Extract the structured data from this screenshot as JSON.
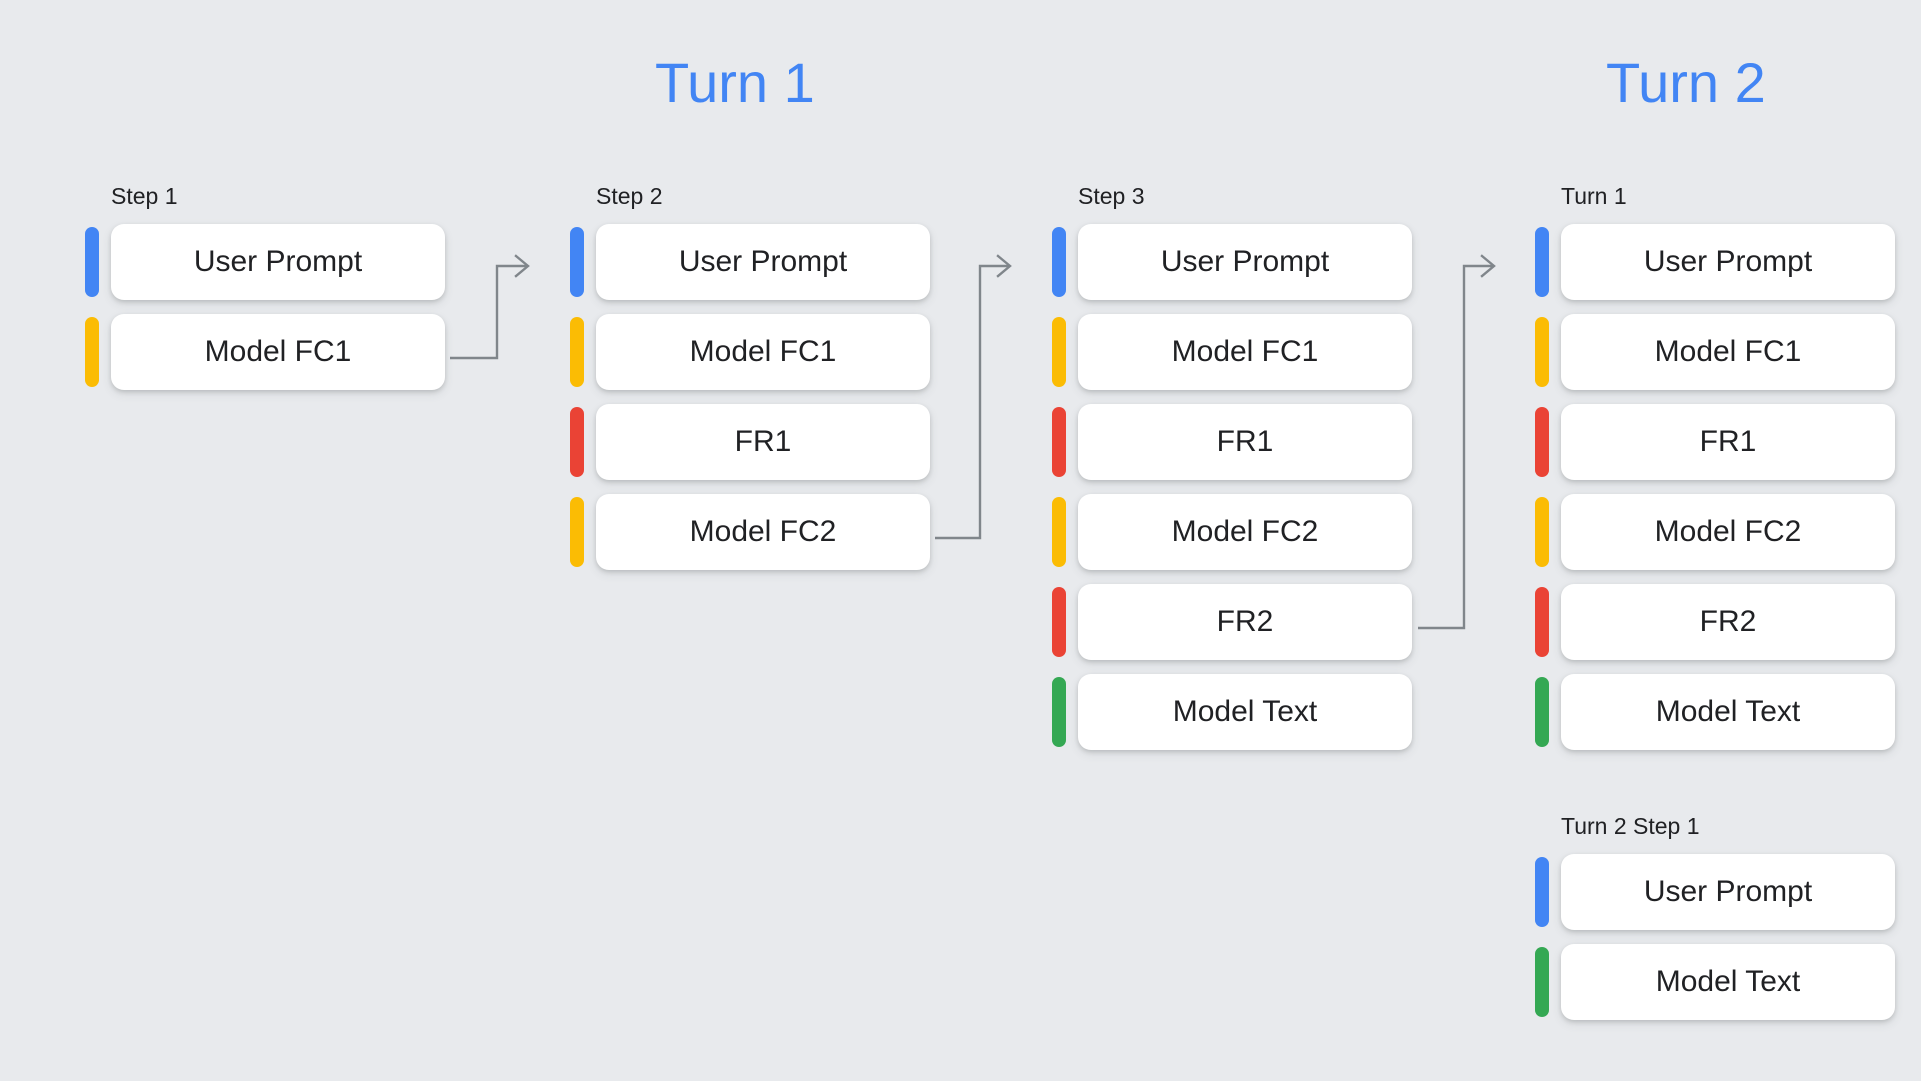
{
  "background_color": "#e8eaed",
  "palette": {
    "user": "#4285f4",
    "function_call": "#fbbc04",
    "function_response": "#ea4335",
    "model_text": "#34a853",
    "title": "#4285f4",
    "connector": "#80868b"
  },
  "titles": [
    {
      "text": "Turn 1"
    },
    {
      "text": "Turn 2"
    }
  ],
  "columns": [
    {
      "label": "Step 1",
      "rows": [
        {
          "text": "User Prompt",
          "marker": "user"
        },
        {
          "text": "Model FC1",
          "marker": "function_call"
        }
      ]
    },
    {
      "label": "Step 2",
      "rows": [
        {
          "text": "User Prompt",
          "marker": "user"
        },
        {
          "text": "Model FC1",
          "marker": "function_call"
        },
        {
          "text": "FR1",
          "marker": "function_response"
        },
        {
          "text": "Model FC2",
          "marker": "function_call"
        }
      ]
    },
    {
      "label": "Step 3",
      "rows": [
        {
          "text": "User Prompt",
          "marker": "user"
        },
        {
          "text": "Model FC1",
          "marker": "function_call"
        },
        {
          "text": "FR1",
          "marker": "function_response"
        },
        {
          "text": "Model FC2",
          "marker": "function_call"
        },
        {
          "text": "FR2",
          "marker": "function_response"
        },
        {
          "text": "Model Text",
          "marker": "model_text"
        }
      ]
    },
    {
      "label": "Turn 1",
      "rows": [
        {
          "text": "User Prompt",
          "marker": "user"
        },
        {
          "text": "Model FC1",
          "marker": "function_call"
        },
        {
          "text": "FR1",
          "marker": "function_response"
        },
        {
          "text": "Model FC2",
          "marker": "function_call"
        },
        {
          "text": "FR2",
          "marker": "function_response"
        },
        {
          "text": "Model Text",
          "marker": "model_text"
        }
      ]
    },
    {
      "label": "Turn 2 Step 1",
      "rows": [
        {
          "text": "User Prompt",
          "marker": "user"
        },
        {
          "text": "Model Text",
          "marker": "model_text"
        }
      ]
    }
  ],
  "connectors": [
    {
      "from": "step-1-model-fc1",
      "to": "step-2-user-prompt"
    },
    {
      "from": "step-2-model-fc2",
      "to": "step-3-user-prompt"
    },
    {
      "from": "step-3-fr2",
      "to": "turn-1-user-prompt"
    }
  ]
}
